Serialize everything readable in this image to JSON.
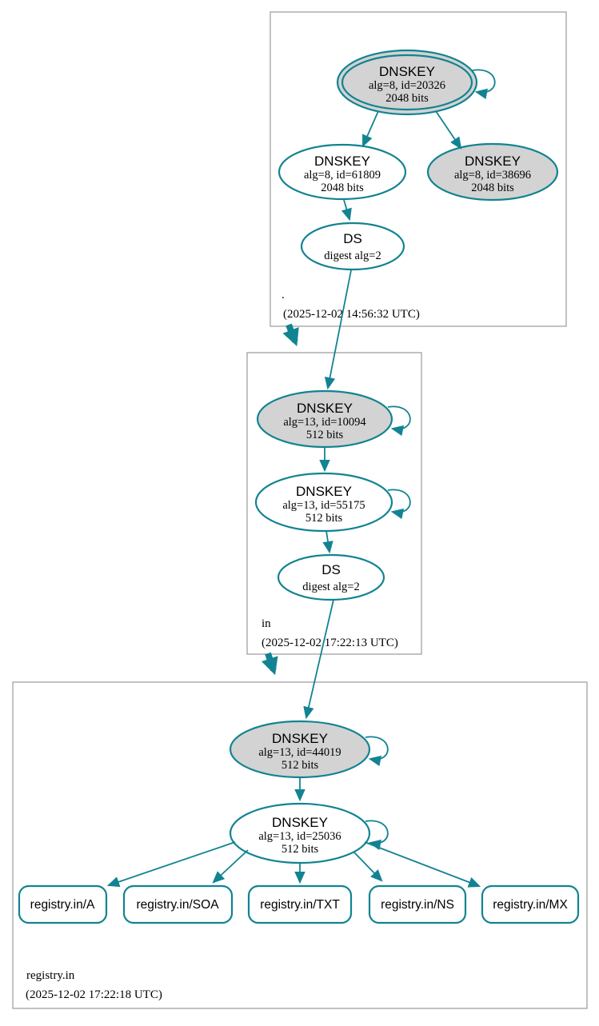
{
  "colors": {
    "accent": "#128392",
    "node_gray": "#d3d3d3",
    "zone_border": "#9a9a9a"
  },
  "zones": [
    {
      "label": ".",
      "timestamp": "(2025-12-02 14:56:32 UTC)",
      "nodes": {
        "ksk": {
          "title": "DNSKEY",
          "detail": "alg=8, id=20326",
          "bits": "2048 bits"
        },
        "zsk": {
          "title": "DNSKEY",
          "detail": "alg=8, id=61809",
          "bits": "2048 bits"
        },
        "key2": {
          "title": "DNSKEY",
          "detail": "alg=8, id=38696",
          "bits": "2048 bits"
        },
        "ds": {
          "title": "DS",
          "detail": "digest alg=2"
        }
      }
    },
    {
      "label": "in",
      "timestamp": "(2025-12-02 17:22:13 UTC)",
      "nodes": {
        "ksk": {
          "title": "DNSKEY",
          "detail": "alg=13, id=10094",
          "bits": "512 bits"
        },
        "zsk": {
          "title": "DNSKEY",
          "detail": "alg=13, id=55175",
          "bits": "512 bits"
        },
        "ds": {
          "title": "DS",
          "detail": "digest alg=2"
        }
      }
    },
    {
      "label": "registry.in",
      "timestamp": "(2025-12-02 17:22:18 UTC)",
      "nodes": {
        "ksk": {
          "title": "DNSKEY",
          "detail": "alg=13, id=44019",
          "bits": "512 bits"
        },
        "zsk": {
          "title": "DNSKEY",
          "detail": "alg=13, id=25036",
          "bits": "512 bits"
        }
      },
      "rrsets": [
        {
          "label": "registry.in/A"
        },
        {
          "label": "registry.in/SOA"
        },
        {
          "label": "registry.in/TXT"
        },
        {
          "label": "registry.in/NS"
        },
        {
          "label": "registry.in/MX"
        }
      ]
    }
  ]
}
